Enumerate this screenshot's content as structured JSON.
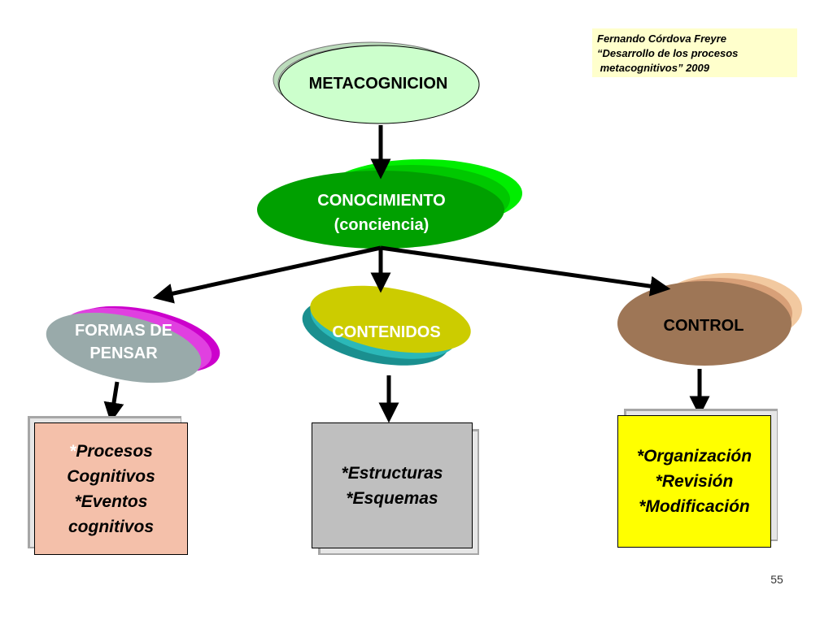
{
  "citation": {
    "line1": "Fernando Córdova Freyre",
    "line2": "“Desarrollo de los procesos",
    "line3": " metacognitivos” 2009"
  },
  "nodes": {
    "metacognicion": "METACOGNICION",
    "conocimiento": {
      "line1": "CONOCIMIENTO",
      "line2": "(conciencia)"
    },
    "formas": {
      "line1": "FORMAS DE",
      "line2": "PENSAR"
    },
    "contenidos": "CONTENIDOS",
    "control": "CONTROL"
  },
  "boxes": {
    "formas": {
      "star": "*",
      "line1": "Procesos",
      "line2": "Cognitivos",
      "line3": "*Eventos",
      "line4": "cognitivos"
    },
    "contenidos": {
      "line1": "*Estructuras",
      "line2": "*Esquemas"
    },
    "control": {
      "line1": "*Organización",
      "line2": "*Revisión",
      "line3": "*Modificación"
    }
  },
  "colors": {
    "metacognicion_fill": "#ccffcc",
    "conocimiento_fill": "#00a000",
    "conocimiento_shadow": "#00ee00",
    "formas_fill": "#99aaaa",
    "formas_shadow": "#cc00cc",
    "contenidos_fill": "#cccc00",
    "contenidos_shadow": "#1a8f8f",
    "control_fill": "#9e7656",
    "control_shadow": "#f2c9a0",
    "box_formas": "#f4c0aa",
    "box_contenidos": "#bfbfbf",
    "box_control": "#ffff00"
  },
  "page_number": "55"
}
